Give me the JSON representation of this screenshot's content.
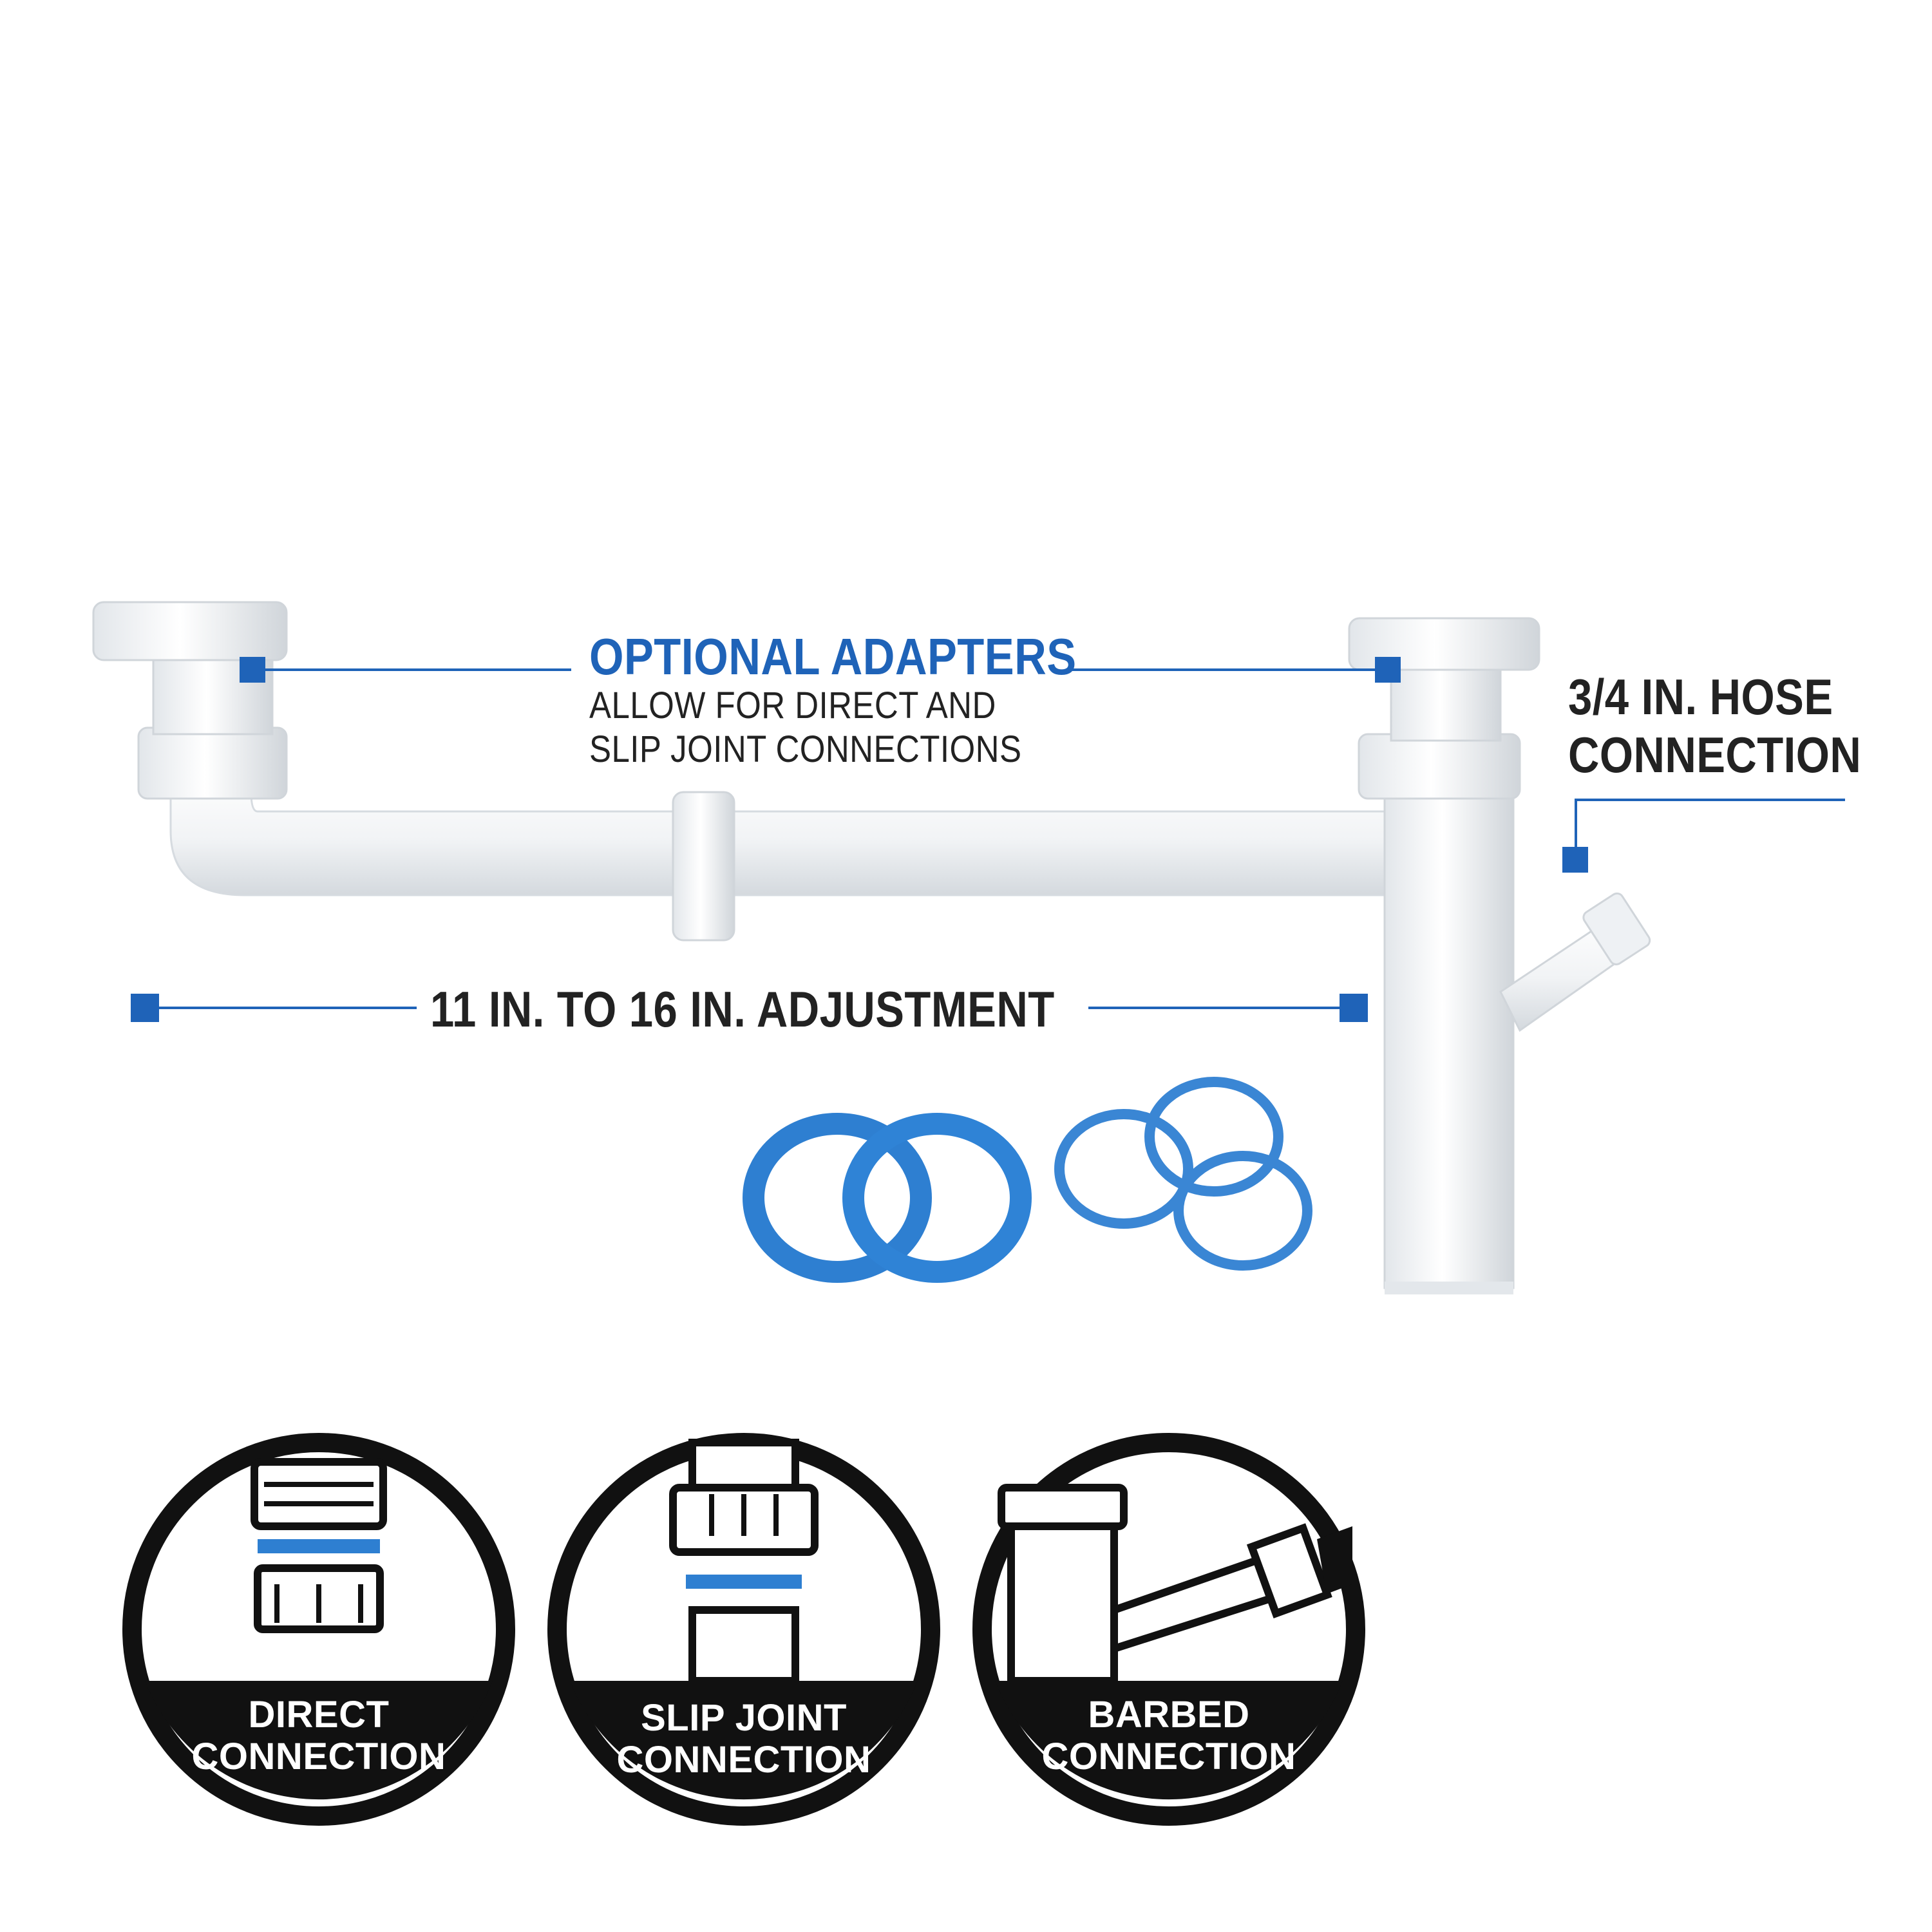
{
  "callouts": {
    "adapters_title": "OPTIONAL ADAPTERS",
    "adapters_line1": "ALLOW FOR DIRECT AND",
    "adapters_line2": "SLIP JOINT CONNECTIONS",
    "hose_line1": "3/4 IN. HOSE",
    "hose_line2": "CONNECTION",
    "adjustment": "11 IN. TO 16 IN. ADJUSTMENT"
  },
  "connection_types": [
    {
      "line1": "DIRECT",
      "line2": "CONNECTION",
      "icon": "direct-connection-icon"
    },
    {
      "line1": "SLIP JOINT",
      "line2": "CONNECTION",
      "icon": "slip-joint-connection-icon"
    },
    {
      "line1": "BARBED",
      "line2": "CONNECTION",
      "icon": "barbed-connection-icon"
    }
  ],
  "colors": {
    "accent_blue": "#1f63b8",
    "washer_blue": "#2e7fd1",
    "badge_black": "#111111",
    "pipe_white": "#f4f6f8"
  }
}
